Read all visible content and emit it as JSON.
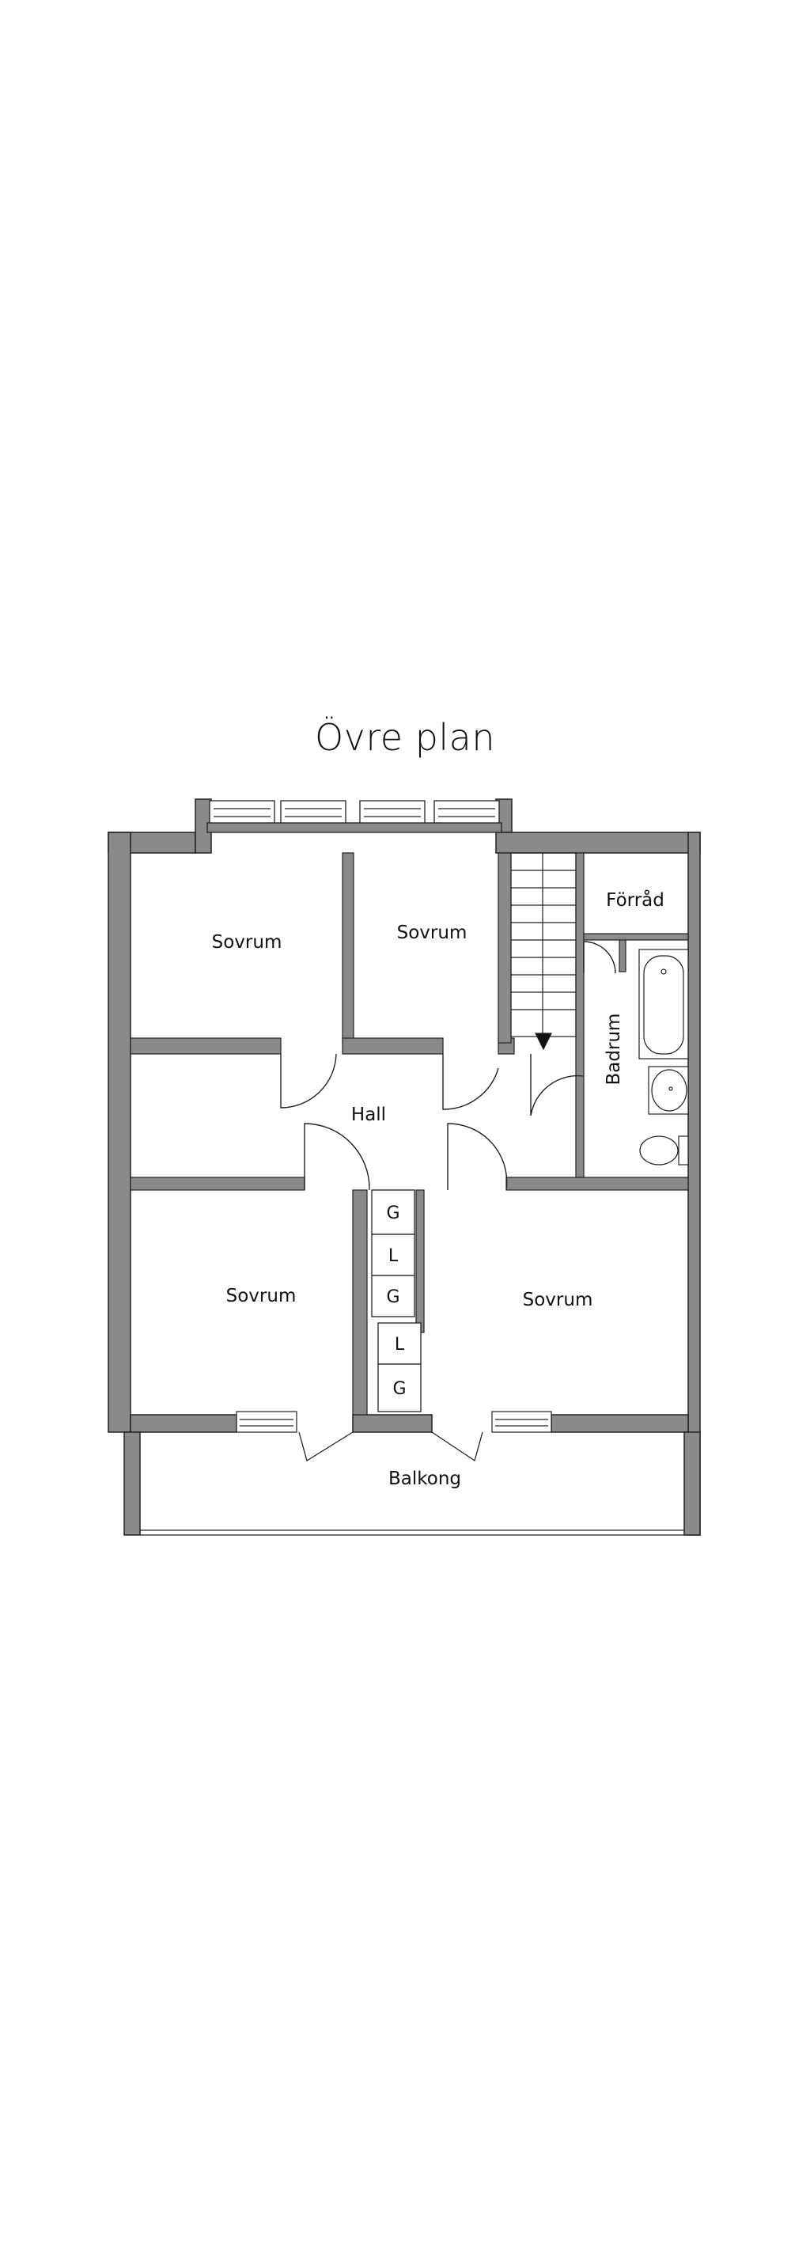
{
  "title": "Övre plan",
  "colors": {
    "wall": "#8a8a8a",
    "line": "#222222",
    "background": "#ffffff"
  },
  "rooms": {
    "bedroom_top_left": "Sovrum",
    "bedroom_top_right": "Sovrum",
    "storage": "Förråd",
    "bathroom": "Badrum",
    "hall": "Hall",
    "bedroom_bottom_left": "Sovrum",
    "bedroom_bottom_right": "Sovrum",
    "balcony": "Balkong"
  },
  "closets": [
    "G",
    "L",
    "G",
    "L",
    "G"
  ]
}
